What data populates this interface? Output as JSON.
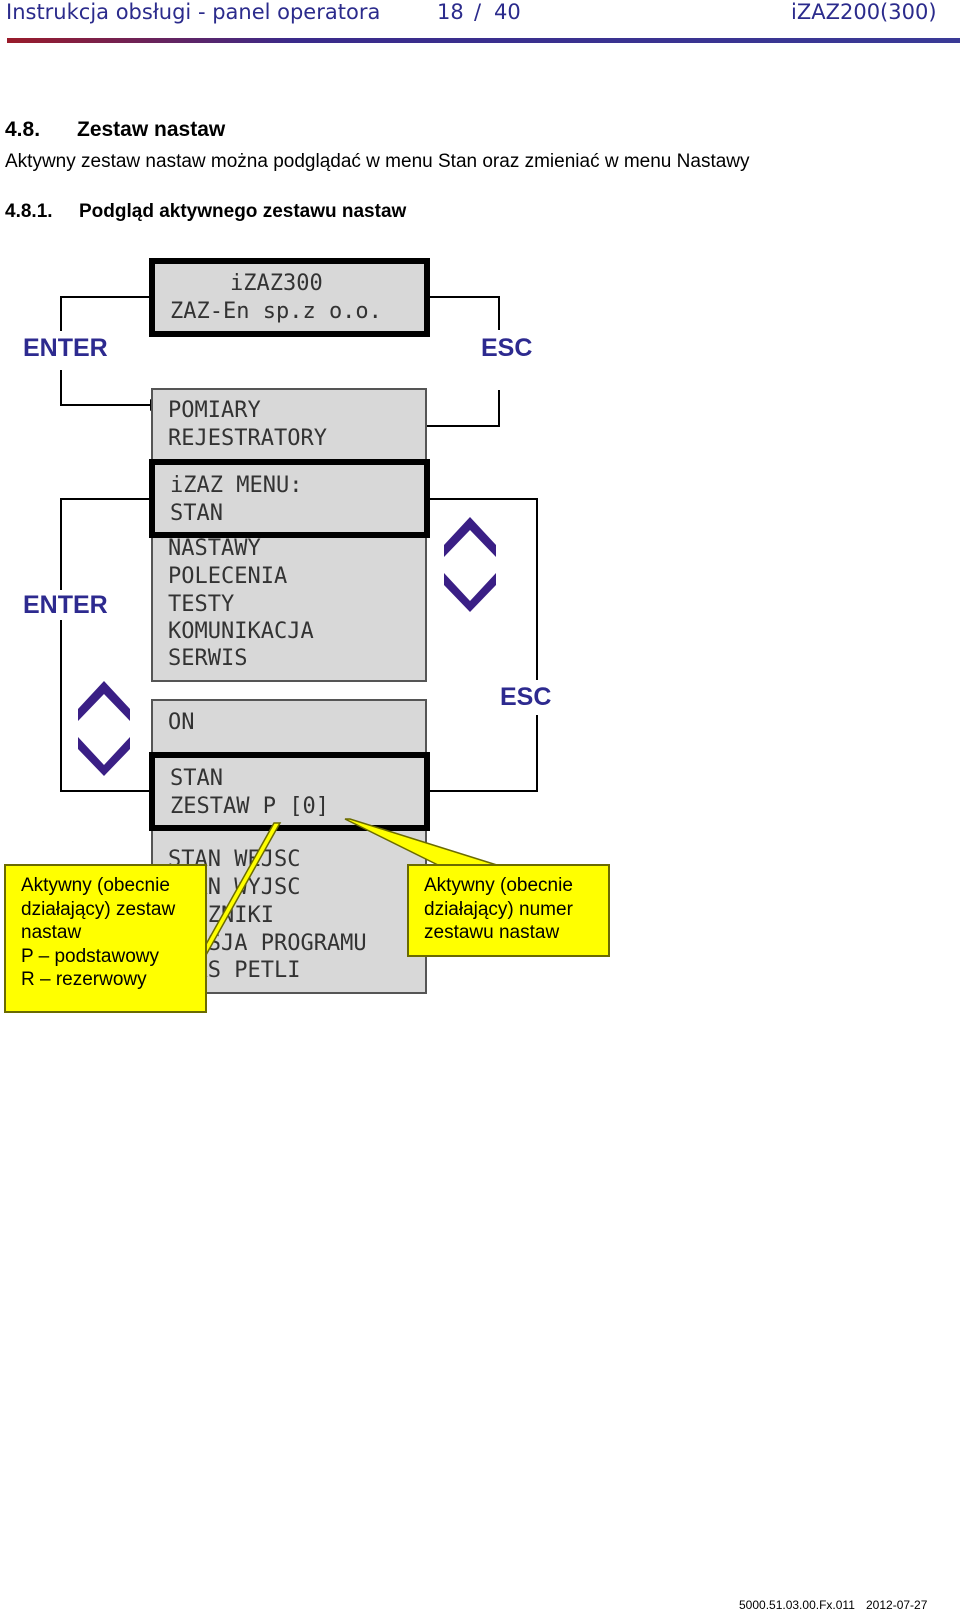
{
  "header": {
    "title": "Instrukcja obsługi - panel operatora",
    "page": "18",
    "sep": "/",
    "total": "40",
    "product": "iZAZ200(300)"
  },
  "section": {
    "number": "4.8.",
    "title": "Zestaw nastaw",
    "text": "Aktywny zestaw nastaw można podglądać w menu Stan oraz zmieniać w menu Nastawy"
  },
  "subsection": {
    "number": "4.8.1.",
    "title": "Podgląd aktywnego zestawu nastaw"
  },
  "diagram": {
    "screen_top": [
      "iZAZ300",
      "ZAZ-En sp.z o.o."
    ],
    "menu_above": [
      "POMIARY",
      "REJESTRATORY"
    ],
    "menu_selected": [
      "iZAZ MENU:",
      "STAN"
    ],
    "menu_below": [
      "NASTAWY",
      "POLECENIA",
      "TESTY",
      "KOMUNIKACJA",
      "SERWIS"
    ],
    "stan_above": [
      "ON"
    ],
    "stan_selected": [
      "STAN",
      "ZESTAW P [0]"
    ],
    "stan_below": [
      "STAN WEJSC",
      "STAN WYJSC",
      "LICZNIKI",
      "WERSJA PROGRAMU",
      "CZAS PETLI"
    ],
    "keys": {
      "enter_top": "ENTER",
      "esc_top": "ESC",
      "enter_mid": "ENTER",
      "esc_mid": "ESC"
    },
    "callout_left": [
      "Aktywny (obecnie",
      "działający) zestaw",
      "nastaw",
      "P – podstawowy",
      "R – rezerwowy"
    ],
    "callout_right": [
      "Aktywny (obecnie",
      "działający) numer",
      "zestawu nastaw"
    ],
    "colors": {
      "key_text": "#2d2a8f",
      "callout_fill": "#ffff00",
      "lcd_fill": "#d8d8d8"
    },
    "icons": [
      "chevron-up-icon",
      "chevron-down-icon"
    ]
  },
  "footer": {
    "code": "5000.51.03.00.Fx.011",
    "date": "2012-07-27"
  }
}
